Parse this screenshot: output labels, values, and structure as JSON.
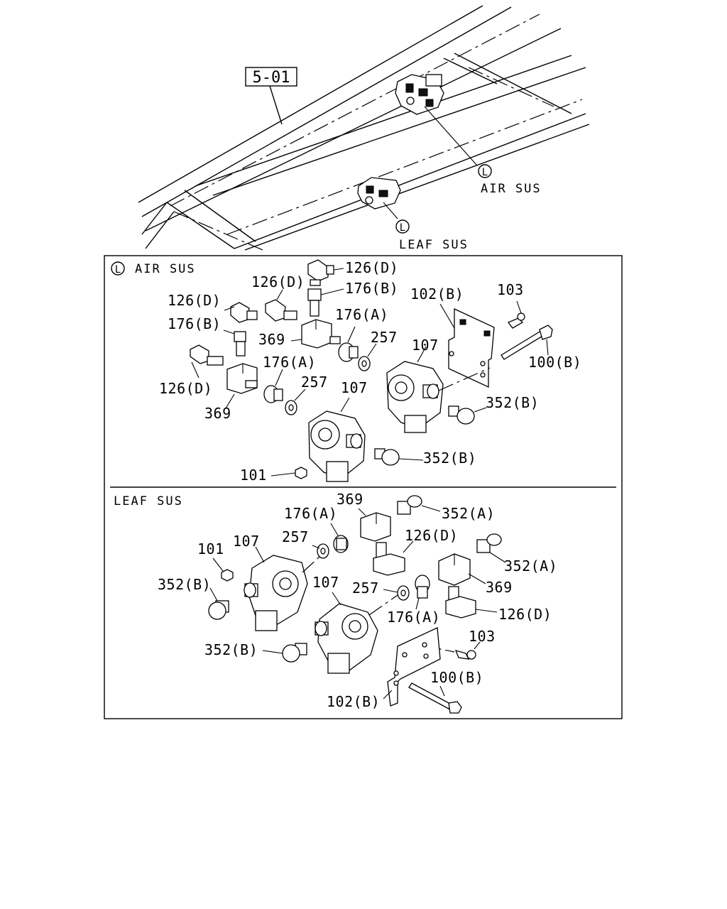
{
  "overview": {
    "ref_box": "5-01",
    "callout_marker": "L",
    "air_sus_label": "AIR SUS",
    "leaf_sus_label": "LEAF SUS"
  },
  "air_panel": {
    "marker": "L",
    "title": "AIR SUS",
    "labels": {
      "p126d_top": "126(D)",
      "p176b_top": "176(B)",
      "p126d_mid": "126(D)",
      "p126d_left": "126(D)",
      "p176b_left": "176(B)",
      "p369_a": "369",
      "p176a_a": "176(A)",
      "p257_a": "257",
      "p102b": "102(B)",
      "p103": "103",
      "p100b": "100(B)",
      "p107_a": "107",
      "p126d_low": "126(D)",
      "p176a_b": "176(A)",
      "p257_b": "257",
      "p107_b": "107",
      "p369_b": "369",
      "p352b_a": "352(B)",
      "p352b_b": "352(B)",
      "p101": "101"
    }
  },
  "leaf_panel": {
    "title": "LEAF SUS",
    "labels": {
      "p369_a": "369",
      "p352a_a": "352(A)",
      "p176a_a": "176(A)",
      "p257_a": "257",
      "p126d_a": "126(D)",
      "p101": "101",
      "p107_a": "107",
      "p352a_b": "352(A)",
      "p352b_a": "352(B)",
      "p107_b": "107",
      "p257_b": "257",
      "p369_b": "369",
      "p176a_b": "176(A)",
      "p126d_b": "126(D)",
      "p103": "103",
      "p352b_b": "352(B)",
      "p100b": "100(B)",
      "p102b": "102(B)"
    }
  }
}
